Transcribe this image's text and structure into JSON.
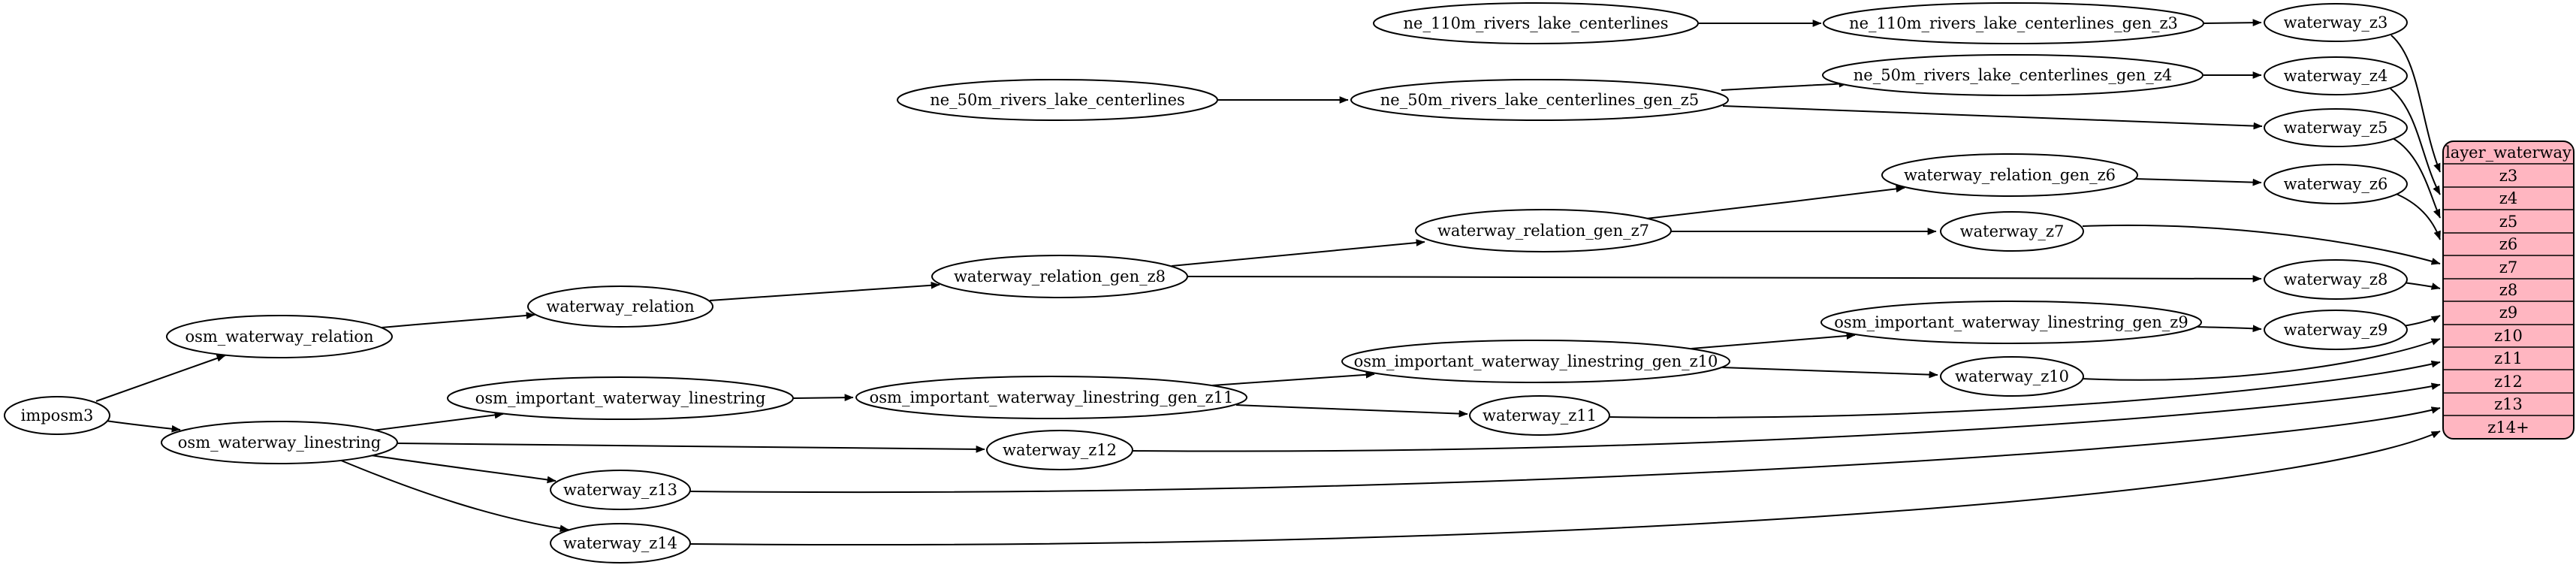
{
  "colors": {
    "background": "#ffffff",
    "node_fill": "#ffffff",
    "node_stroke": "#000000",
    "edge": "#000000",
    "text": "#000000",
    "record_fill": "#ffb6c1",
    "record_stroke": "#000000"
  },
  "nodes": {
    "imposm3": {
      "label": "imposm3"
    },
    "osm_waterway_relation": {
      "label": "osm_waterway_relation"
    },
    "osm_waterway_linestring": {
      "label": "osm_waterway_linestring"
    },
    "waterway_relation": {
      "label": "waterway_relation"
    },
    "osm_important_waterway_linestring": {
      "label": "osm_important_waterway_linestring"
    },
    "waterway_relation_gen_z8": {
      "label": "waterway_relation_gen_z8"
    },
    "waterway_relation_gen_z7": {
      "label": "waterway_relation_gen_z7"
    },
    "waterway_relation_gen_z6": {
      "label": "waterway_relation_gen_z6"
    },
    "osm_important_waterway_linestring_gen_z11": {
      "label": "osm_important_waterway_linestring_gen_z11"
    },
    "osm_important_waterway_linestring_gen_z10": {
      "label": "osm_important_waterway_linestring_gen_z10"
    },
    "osm_important_waterway_linestring_gen_z9": {
      "label": "osm_important_waterway_linestring_gen_z9"
    },
    "ne_110m_rivers_lake_centerlines": {
      "label": "ne_110m_rivers_lake_centerlines"
    },
    "ne_110m_rivers_lake_centerlines_gen_z3": {
      "label": "ne_110m_rivers_lake_centerlines_gen_z3"
    },
    "ne_50m_rivers_lake_centerlines": {
      "label": "ne_50m_rivers_lake_centerlines"
    },
    "ne_50m_rivers_lake_centerlines_gen_z5": {
      "label": "ne_50m_rivers_lake_centerlines_gen_z5"
    },
    "ne_50m_rivers_lake_centerlines_gen_z4": {
      "label": "ne_50m_rivers_lake_centerlines_gen_z4"
    },
    "waterway_z3": {
      "label": "waterway_z3"
    },
    "waterway_z4": {
      "label": "waterway_z4"
    },
    "waterway_z5": {
      "label": "waterway_z5"
    },
    "waterway_z6": {
      "label": "waterway_z6"
    },
    "waterway_z7": {
      "label": "waterway_z7"
    },
    "waterway_z8": {
      "label": "waterway_z8"
    },
    "waterway_z9": {
      "label": "waterway_z9"
    },
    "waterway_z10": {
      "label": "waterway_z10"
    },
    "waterway_z11": {
      "label": "waterway_z11"
    },
    "waterway_z12": {
      "label": "waterway_z12"
    },
    "waterway_z13": {
      "label": "waterway_z13"
    },
    "waterway_z14": {
      "label": "waterway_z14"
    }
  },
  "layer_table": {
    "title": "layer_waterway",
    "rows": [
      "z3",
      "z4",
      "z5",
      "z6",
      "z7",
      "z8",
      "z9",
      "z10",
      "z11",
      "z12",
      "z13",
      "z14+"
    ]
  },
  "edges": [
    {
      "from": "imposm3",
      "to": "osm_waterway_relation"
    },
    {
      "from": "imposm3",
      "to": "osm_waterway_linestring"
    },
    {
      "from": "osm_waterway_relation",
      "to": "waterway_relation"
    },
    {
      "from": "waterway_relation",
      "to": "waterway_relation_gen_z8"
    },
    {
      "from": "waterway_relation_gen_z8",
      "to": "waterway_relation_gen_z7"
    },
    {
      "from": "waterway_relation_gen_z8",
      "to": "waterway_z8"
    },
    {
      "from": "waterway_relation_gen_z7",
      "to": "waterway_relation_gen_z6"
    },
    {
      "from": "waterway_relation_gen_z7",
      "to": "waterway_z7"
    },
    {
      "from": "waterway_relation_gen_z6",
      "to": "waterway_z6"
    },
    {
      "from": "osm_waterway_linestring",
      "to": "osm_important_waterway_linestring"
    },
    {
      "from": "osm_waterway_linestring",
      "to": "waterway_z12"
    },
    {
      "from": "osm_waterway_linestring",
      "to": "waterway_z13"
    },
    {
      "from": "osm_waterway_linestring",
      "to": "waterway_z14"
    },
    {
      "from": "osm_important_waterway_linestring",
      "to": "osm_important_waterway_linestring_gen_z11"
    },
    {
      "from": "osm_important_waterway_linestring_gen_z11",
      "to": "osm_important_waterway_linestring_gen_z10"
    },
    {
      "from": "osm_important_waterway_linestring_gen_z11",
      "to": "waterway_z11"
    },
    {
      "from": "osm_important_waterway_linestring_gen_z10",
      "to": "osm_important_waterway_linestring_gen_z9"
    },
    {
      "from": "osm_important_waterway_linestring_gen_z10",
      "to": "waterway_z10"
    },
    {
      "from": "osm_important_waterway_linestring_gen_z9",
      "to": "waterway_z9"
    },
    {
      "from": "ne_110m_rivers_lake_centerlines",
      "to": "ne_110m_rivers_lake_centerlines_gen_z3"
    },
    {
      "from": "ne_110m_rivers_lake_centerlines_gen_z3",
      "to": "waterway_z3"
    },
    {
      "from": "ne_50m_rivers_lake_centerlines",
      "to": "ne_50m_rivers_lake_centerlines_gen_z5"
    },
    {
      "from": "ne_50m_rivers_lake_centerlines_gen_z5",
      "to": "ne_50m_rivers_lake_centerlines_gen_z4"
    },
    {
      "from": "ne_50m_rivers_lake_centerlines_gen_z5",
      "to": "waterway_z5"
    },
    {
      "from": "ne_50m_rivers_lake_centerlines_gen_z4",
      "to": "waterway_z4"
    },
    {
      "from": "waterway_z3",
      "to": "layer_waterway:z3"
    },
    {
      "from": "waterway_z4",
      "to": "layer_waterway:z4"
    },
    {
      "from": "waterway_z5",
      "to": "layer_waterway:z5"
    },
    {
      "from": "waterway_z6",
      "to": "layer_waterway:z6"
    },
    {
      "from": "waterway_z7",
      "to": "layer_waterway:z7"
    },
    {
      "from": "waterway_z8",
      "to": "layer_waterway:z8"
    },
    {
      "from": "waterway_z9",
      "to": "layer_waterway:z9"
    },
    {
      "from": "waterway_z10",
      "to": "layer_waterway:z10"
    },
    {
      "from": "waterway_z11",
      "to": "layer_waterway:z11"
    },
    {
      "from": "waterway_z12",
      "to": "layer_waterway:z12"
    },
    {
      "from": "waterway_z13",
      "to": "layer_waterway:z13"
    },
    {
      "from": "waterway_z14",
      "to": "layer_waterway:z14+"
    }
  ]
}
